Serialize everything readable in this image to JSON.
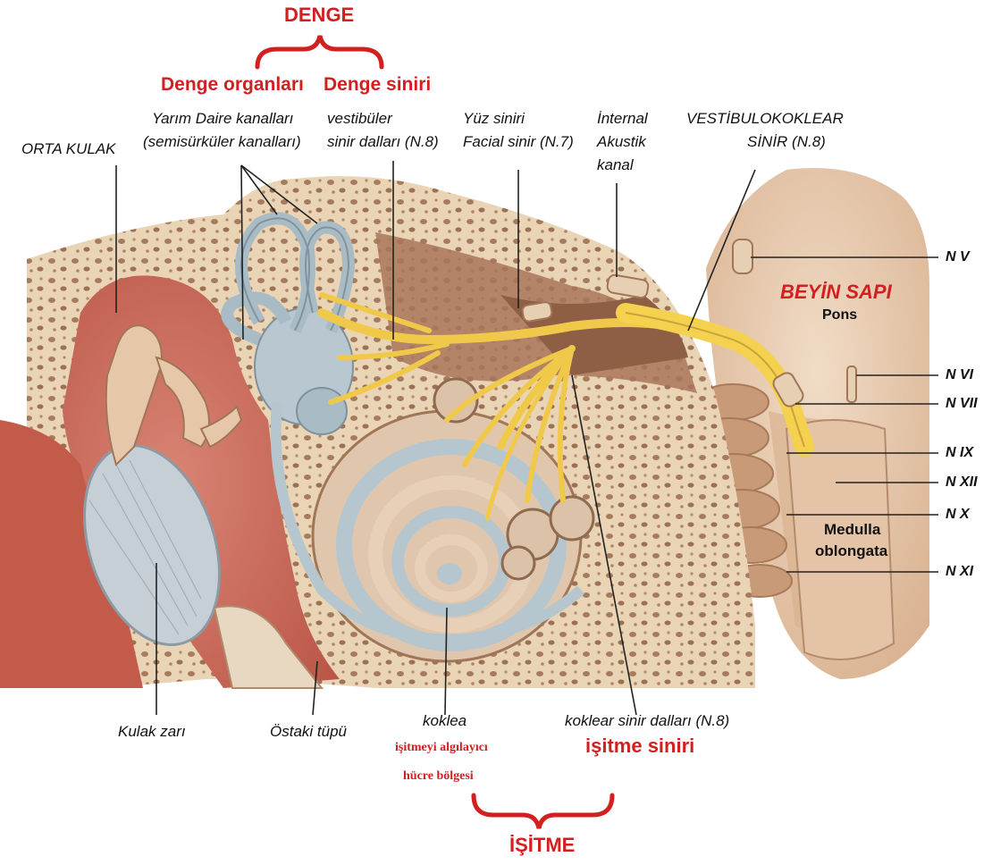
{
  "labels": {
    "denge": "DENGE",
    "denge_organlari": "Denge organları",
    "denge_siniri": "Denge siniri",
    "yarim_daire_1": "Yarım Daire kanalları",
    "yarim_daire_2": "(semisürküler kanalları)",
    "vestibuler_1": "vestibüler",
    "vestibuler_2": "sinir dalları (N.8)",
    "yuz_siniri_1": "Yüz siniri",
    "yuz_siniri_2": "Facial sinir (N.7)",
    "internal_1": "İnternal",
    "internal_2": "Akustik",
    "internal_3": "kanal",
    "vestibulo_1": "VESTİBULOKOKLEAR",
    "vestibulo_2": "SİNİR (N.8)",
    "orta_kulak": "ORTA KULAK",
    "beyin_sapi": "BEYİN SAPI",
    "pons": "Pons",
    "medulla_1": "Medulla",
    "medulla_2": "oblongata",
    "kulak_zari": "Kulak zarı",
    "ostaki": "Östaki tüpü",
    "koklea": "koklea",
    "isitmeyi_1": "işitmeyi algılayıcı",
    "isitmeyi_2": "hücre bölgesi",
    "koklear": "koklear sinir dalları (N.8)",
    "isitme_siniri": "işitme siniri",
    "isitme": "İŞİTME"
  },
  "nerves": [
    "N V",
    "N VI",
    "N VII",
    "N IX",
    "N XII",
    "N X",
    "N XI"
  ],
  "colors": {
    "bone": "#e9d3b6",
    "bone_dot": "#a57b5c",
    "middle_ear": "#c9675a",
    "brain": "#e8c9ad",
    "nerve": "#f4d14f",
    "canal": "#b7c7cf",
    "label_red": "#d21f1f"
  }
}
